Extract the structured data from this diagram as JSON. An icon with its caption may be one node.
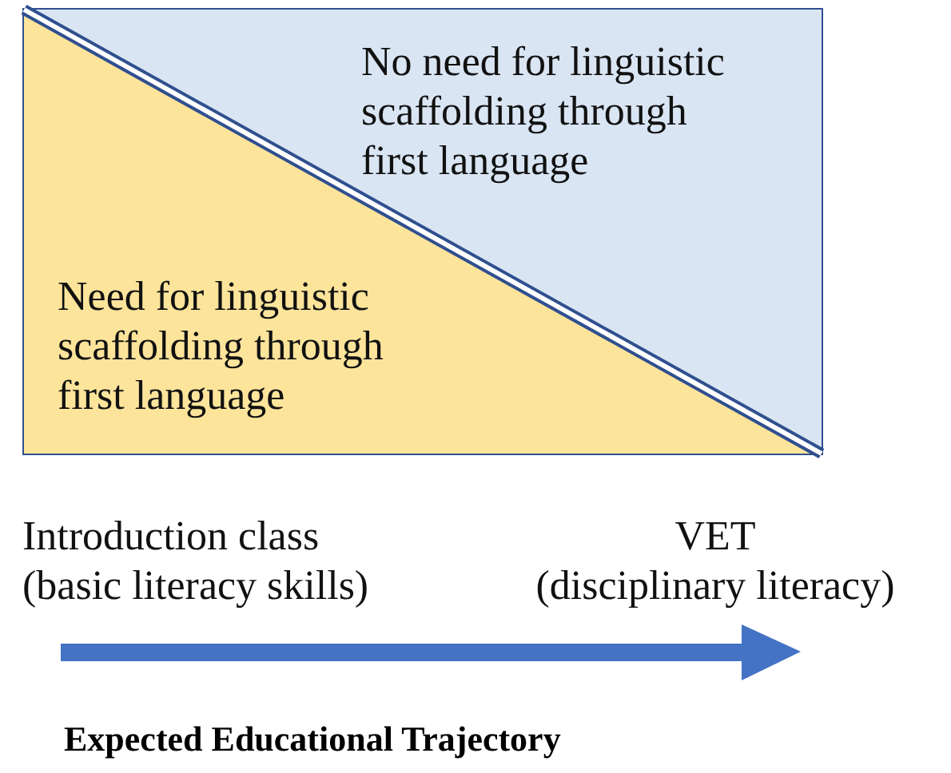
{
  "diagram": {
    "caption": "Expected Educational Trajectory",
    "nodes": [
      {
        "text": [
          "No need for linguistic scaffolding through first language"
        ]
      },
      {
        "text": [
          "Need for linguistic scaffolding through first language"
        ]
      }
    ],
    "labels": [
      "Introduction class (basic literacy skills)",
      "VET (disciplinary literacy)"
    ]
  }
}
